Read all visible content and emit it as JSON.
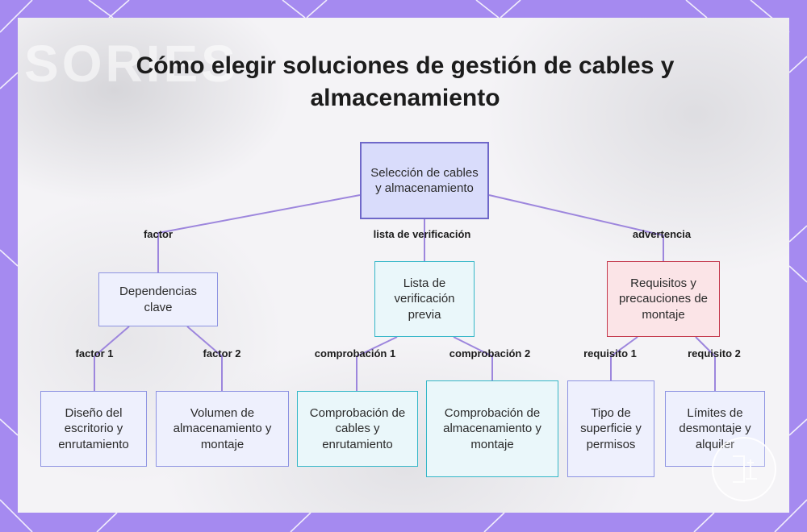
{
  "title": "Cómo elegir soluciones de gestión de cables y almacenamiento",
  "background_text": "SORIES",
  "nodes": {
    "root": "Selección de cables y almacenamiento",
    "dependencias": "Dependencias clave",
    "lista": "Lista de verificación previa",
    "requisitos": "Requisitos y precauciones de montaje",
    "diseno": "Diseño del escritorio y enrutamiento",
    "volumen": "Volumen de almacenamiento y montaje",
    "comp_cables": "Comprobación de cables y enrutamiento",
    "comp_almac": "Comprobación de almacenamiento y montaje",
    "tipo": "Tipo de superficie y permisos",
    "limites": "Límites de desmontaje y alquiler"
  },
  "edges": {
    "factor": "factor",
    "lista": "lista de verificación",
    "advertencia": "advertencia",
    "factor1": "factor 1",
    "factor2": "factor 2",
    "comp1": "comprobación 1",
    "comp2": "comprobación 2",
    "req1": "requisito 1",
    "req2": "requisito 2"
  },
  "colors": {
    "frame": "#a58af0",
    "edge": "#9d86dd",
    "root_fill": "#d9dcfb",
    "blue_border": "#8d93e2",
    "cyan_border": "#35b7c8",
    "red_border": "#c4374b"
  },
  "icons": {
    "watermark": "logo-icon"
  }
}
